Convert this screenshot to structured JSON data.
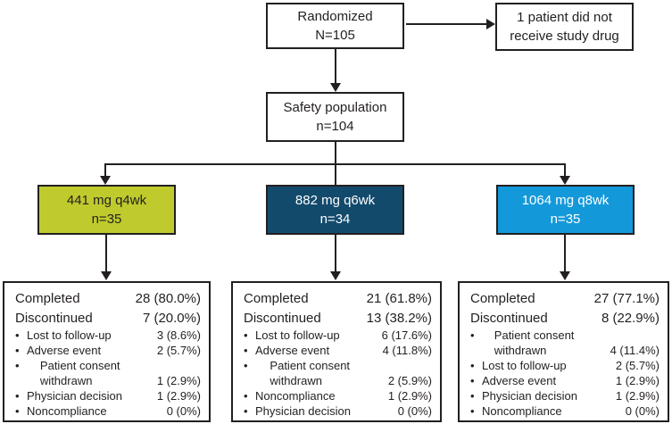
{
  "ui": {
    "bullet": "•"
  },
  "colors": {
    "line": "#231f20",
    "text": "#231f20",
    "arm_green": "#bfcb2d",
    "arm_dark_blue": "#124a6c",
    "arm_light_blue": "#1399da",
    "arm_light_text": "#ffffff",
    "box_border": "#231f20"
  },
  "flow": {
    "randomized": {
      "line1": "Randomized",
      "line2": "N=105"
    },
    "not_treated": {
      "line1": "1 patient did not",
      "line2": "receive study drug"
    },
    "safety": {
      "line1": "Safety population",
      "line2": "n=104"
    },
    "arms": [
      {
        "dose": "441 mg q4wk",
        "n": "n=35"
      },
      {
        "dose": "882 mg q6wk",
        "n": "n=34"
      },
      {
        "dose": "1064 mg q8wk",
        "n": "n=35"
      }
    ],
    "outcomes": [
      {
        "completed": {
          "label": "Completed",
          "value": "28 (80.0%)"
        },
        "discontinued": {
          "label": "Discontinued",
          "value": "7 (20.0%)"
        },
        "reasons": [
          {
            "label": "Lost to follow-up",
            "value": "3 (8.6%)"
          },
          {
            "label": "Adverse event",
            "value": "2 (5.7%)"
          },
          {
            "label": "Patient consent withdrawn",
            "value": "1 (2.9%)"
          },
          {
            "label": "Physician decision",
            "value": "1 (2.9%)"
          },
          {
            "label": "Noncompliance",
            "value": "0 (0%)"
          }
        ]
      },
      {
        "completed": {
          "label": "Completed",
          "value": "21 (61.8%)"
        },
        "discontinued": {
          "label": "Discontinued",
          "value": "13 (38.2%)"
        },
        "reasons": [
          {
            "label": "Lost to follow-up",
            "value": "6 (17.6%)"
          },
          {
            "label": "Adverse event",
            "value": "4 (11.8%)"
          },
          {
            "label": "Patient consent withdrawn",
            "value": "2 (5.9%)"
          },
          {
            "label": "Noncompliance",
            "value": "1 (2.9%)"
          },
          {
            "label": "Physician decision",
            "value": "0 (0%)"
          }
        ]
      },
      {
        "completed": {
          "label": "Completed",
          "value": "27 (77.1%)"
        },
        "discontinued": {
          "label": "Discontinued",
          "value": "8 (22.9%)"
        },
        "reasons": [
          {
            "label": "Patient consent withdrawn",
            "value": "4 (11.4%)"
          },
          {
            "label": "Lost to follow-up",
            "value": "2 (5.7%)"
          },
          {
            "label": "Adverse event",
            "value": "1 (2.9%)"
          },
          {
            "label": "Physician decision",
            "value": "1 (2.9%)"
          },
          {
            "label": "Noncompliance",
            "value": "0 (0%)"
          }
        ]
      }
    ]
  }
}
